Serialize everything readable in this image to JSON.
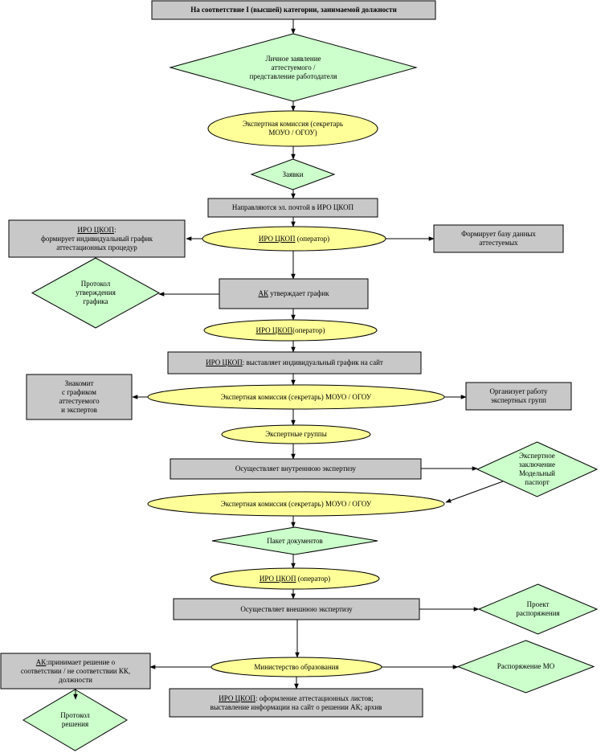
{
  "flowchart": {
    "nodes": {
      "n01": {
        "shape": "rect",
        "lines": [
          "На соответствие I (высшей) категории, занимаемой должности"
        ]
      },
      "n02": {
        "shape": "diamond",
        "lines": [
          "Личное заявление",
          "аттестуемого /",
          "представление работодателя"
        ]
      },
      "n03": {
        "shape": "ellipse",
        "lines": [
          "Экспертная комиссия (секретарь",
          "МОУО / ОГОУ)"
        ]
      },
      "n04": {
        "shape": "diamond",
        "lines": [
          "Заявки"
        ]
      },
      "n05": {
        "shape": "rect",
        "lines": [
          "Направляются эл. почтой в ИРО ЦКОП"
        ]
      },
      "n06": {
        "shape": "ellipse",
        "prefix": "ИРО ЦКОП",
        "lines": [
          " (оператор)"
        ]
      },
      "n07": {
        "shape": "rect",
        "prefix": "ИРО ЦКОП",
        "lines": [
          ":",
          "формирует индивидуальный график",
          "аттестационных процедур"
        ]
      },
      "n08": {
        "shape": "rect",
        "lines": [
          "Формирует базу данных",
          "аттестуемых"
        ]
      },
      "n09": {
        "shape": "rect",
        "prefix": "АК",
        "lines": [
          " утверждает график"
        ]
      },
      "n10": {
        "shape": "diamond",
        "lines": [
          "Протокол",
          "утверждения",
          "графика"
        ]
      },
      "n11": {
        "shape": "ellipse",
        "prefix": "ИРО ЦКОП",
        "lines": [
          "(оператор)"
        ]
      },
      "n12": {
        "shape": "rect",
        "prefix": "ИРО ЦКОП",
        "lines": [
          ": выставляет индивидуальный график на сайт"
        ]
      },
      "n13": {
        "shape": "ellipse",
        "lines": [
          "Экспертная комиссия (секретарь) МОУО / ОГОУ"
        ]
      },
      "n14": {
        "shape": "rect",
        "lines": [
          "Знакомит",
          "с графиком",
          "аттестуемого",
          "и экспертов"
        ]
      },
      "n15": {
        "shape": "rect",
        "lines": [
          "Организует работу",
          "экспертных групп"
        ]
      },
      "n16": {
        "shape": "ellipse",
        "lines": [
          "Экспертные группы"
        ]
      },
      "n17": {
        "shape": "rect",
        "lines": [
          "Осуществляет внутреннюю экспертизу"
        ]
      },
      "n18": {
        "shape": "diamond",
        "lines": [
          "Экспертное",
          "заключение",
          "Модельный",
          "паспорт"
        ]
      },
      "n19": {
        "shape": "ellipse",
        "lines": [
          "Экспертная комиссия (секретарь) МОУО / ОГОУ"
        ]
      },
      "n20": {
        "shape": "diamond",
        "lines": [
          "Пакет документов"
        ]
      },
      "n21": {
        "shape": "ellipse",
        "prefix": "ИРО ЦКОП",
        "lines": [
          " (оператор)"
        ]
      },
      "n22": {
        "shape": "rect",
        "lines": [
          "Осуществляет внешнюю экспертизу"
        ]
      },
      "n23": {
        "shape": "diamond",
        "lines": [
          "Проект",
          "распоряжения"
        ]
      },
      "n24": {
        "shape": "ellipse",
        "lines": [
          "Министерство образования"
        ]
      },
      "n25": {
        "shape": "rect",
        "prefix": "АК",
        "lines": [
          ":принимает решение о",
          "соответствии / не соответствии КК,",
          "должности"
        ]
      },
      "n26": {
        "shape": "diamond",
        "lines": [
          "Распоряжение МО"
        ]
      },
      "n27": {
        "shape": "rect",
        "prefix": "ИРО ЦКОП",
        "lines": [
          ": оформление аттестационных листов;",
          "выставление информации на сайт о решении АК; архив"
        ]
      },
      "n28": {
        "shape": "diamond",
        "lines": [
          "Протокол",
          "решения"
        ]
      }
    },
    "colors": {
      "rect": "#c8c8c8",
      "ellipse": "#ffff99",
      "diamond": "#ccffcc",
      "stroke": "#000000"
    }
  }
}
